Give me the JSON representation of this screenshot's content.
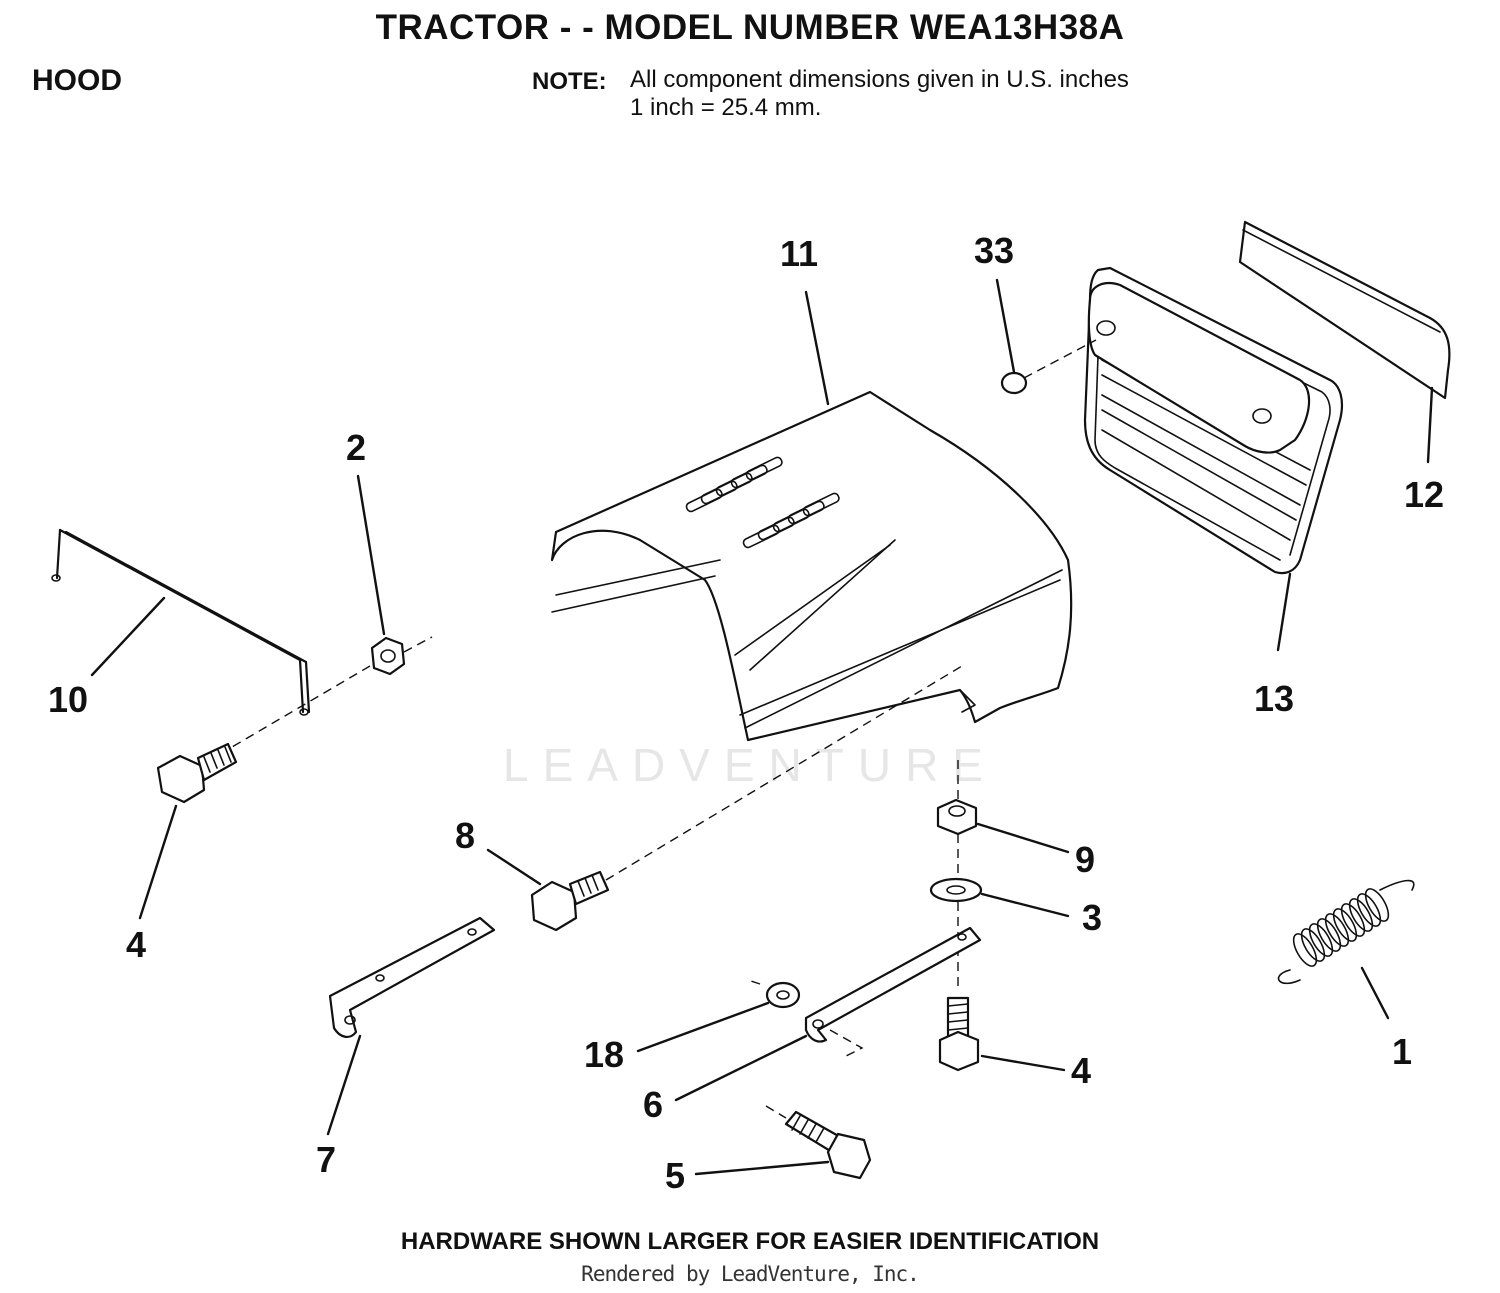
{
  "header": {
    "title": "TRACTOR - - MODEL NUMBER WEA13H38A",
    "section": "HOOD",
    "note_label": "NOTE:",
    "note_line1": "All component dimensions given in U.S. inches",
    "note_line2": "1 inch = 25.4 mm."
  },
  "watermark": "LEADVENTURE",
  "callouts": {
    "c11": "11",
    "c33": "33",
    "c12": "12",
    "c13": "13",
    "c2": "2",
    "c10": "10",
    "c4a": "4",
    "c8": "8",
    "c9": "9",
    "c3": "3",
    "c1": "1",
    "c18": "18",
    "c6": "6",
    "c4b": "4",
    "c7": "7",
    "c5": "5"
  },
  "footer": {
    "hardware_note": "HARDWARE SHOWN LARGER FOR EASIER IDENTIFICATION",
    "rendered_by": "Rendered by LeadVenture, Inc."
  }
}
